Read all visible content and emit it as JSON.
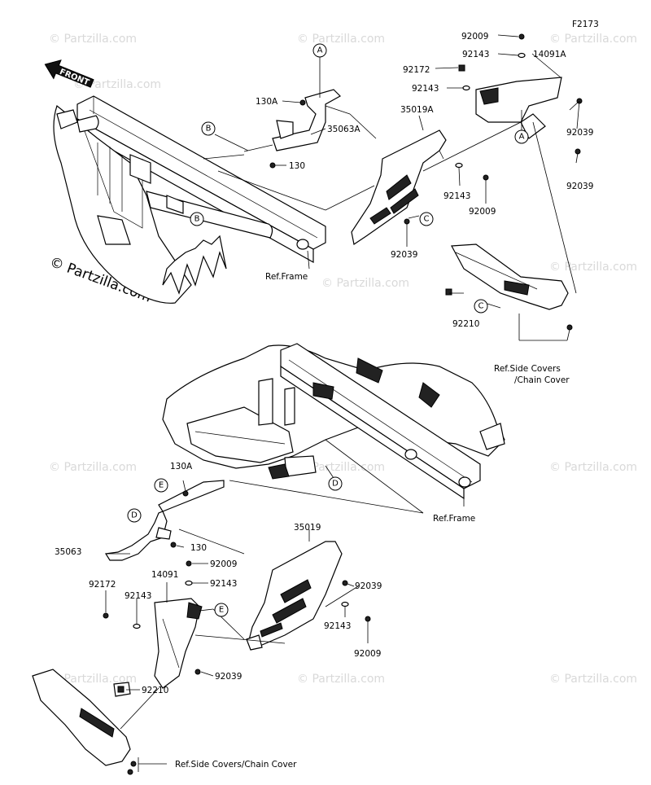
{
  "figure_code": "F2173",
  "front_arrow_text": "FRONT",
  "copyright_text": "© Partzilla.com",
  "watermark_text": "© Partzilla.com",
  "callouts": {
    "a": "A",
    "b": "B",
    "c": "C",
    "d": "D",
    "e": "E"
  },
  "upper": {
    "p92009_top": "92009",
    "p92143_top": "92143",
    "p14091a": "14091A",
    "p92172": "92172",
    "p92143_mid": "92143",
    "p130a": "130A",
    "p35019a": "35019A",
    "p35063a": "35063A",
    "p92039_a": "92039",
    "p92039_b": "92039",
    "p130": "130",
    "p92143_low": "92143",
    "p92009_low": "92009",
    "p92039_c": "92039",
    "ref_frame": "Ref.Frame",
    "p92210": "92210",
    "ref_side_line1": "Ref.Side Covers",
    "ref_side_line2": "/Chain Cover"
  },
  "lower": {
    "ref_frame": "Ref.Frame",
    "p130a": "130A",
    "p35019": "35019",
    "p35063": "35063",
    "p130": "130",
    "p92009_a": "92009",
    "p14091": "14091",
    "p92143_a": "92143",
    "p92172": "92172",
    "p92143_b": "92143",
    "p92039_a": "92039",
    "p92143_c": "92143",
    "p92009_b": "92009",
    "p92039_b": "92039",
    "p92210": "92210",
    "ref_side": "Ref.Side Covers/Chain Cover"
  }
}
